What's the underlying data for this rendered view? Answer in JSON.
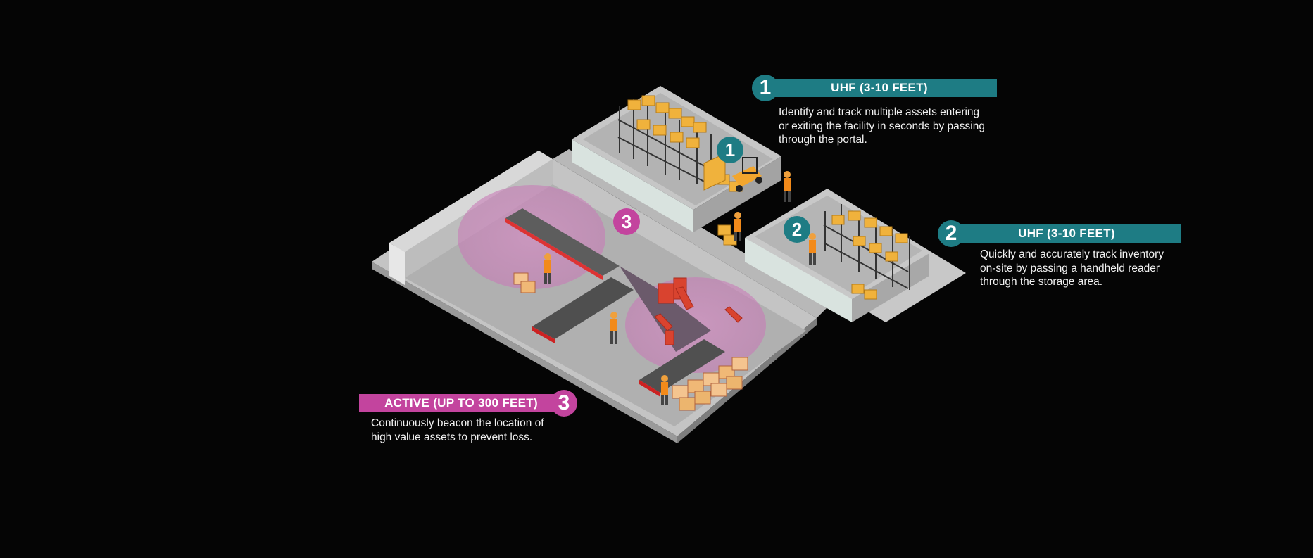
{
  "colors": {
    "background": "#050505",
    "teal": "#1e7c84",
    "magenta": "#c3449e",
    "zone_fill": "#d68bc4"
  },
  "callouts": [
    {
      "number": "1",
      "title": "UHF (3-10 FEET)",
      "description": "Identify and track multiple assets entering\nor exiting the facility in  seconds by passing\nthrough the portal.",
      "color": "teal"
    },
    {
      "number": "2",
      "title": "UHF (3-10 FEET)",
      "description": "Quickly and accurately track inventory\non-site by passing a handheld reader\nthrough the storage area.",
      "color": "teal"
    },
    {
      "number": "3",
      "title": "ACTIVE (UP TO 300 FEET)",
      "description": "Continuously beacon the location of\nhigh value assets to prevent loss.",
      "color": "magenta"
    }
  ],
  "diagram_markers": [
    {
      "number": "1",
      "color": "teal"
    },
    {
      "number": "2",
      "color": "teal"
    },
    {
      "number": "3",
      "color": "magenta"
    }
  ],
  "icons": {
    "warehouse": "isometric-warehouse-illustration",
    "forklift": "forklift-icon",
    "shelving": "pallet-rack-icon",
    "worker": "worker-icon",
    "robot_arm": "robot-arm-icon",
    "conveyor": "conveyor-belt-icon",
    "box": "cardboard-box-icon"
  }
}
